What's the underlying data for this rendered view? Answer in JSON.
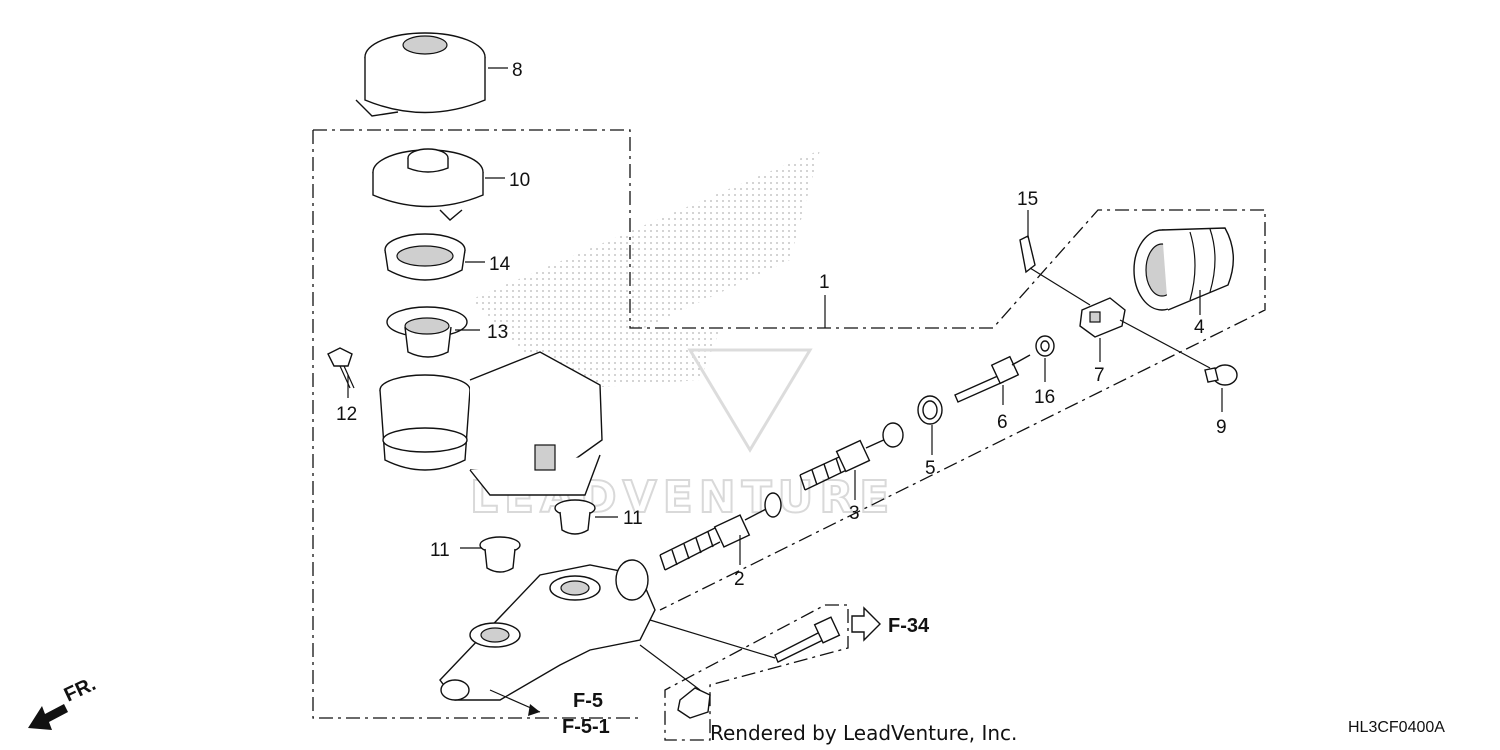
{
  "watermark": {
    "brand": "LEADVENTURE"
  },
  "callouts": [
    "1",
    "2",
    "3",
    "4",
    "5",
    "6",
    "7",
    "8",
    "9",
    "10",
    "11",
    "11",
    "12",
    "13",
    "14",
    "15",
    "16"
  ],
  "refs": {
    "f34": "F-34",
    "f5": "F-5",
    "f51": "F-5-1"
  },
  "direction": {
    "label": "FR."
  },
  "footer": {
    "rendered_by": "Rendered by LeadVenture, Inc.",
    "diagram_code": "HL3CF0400A"
  }
}
